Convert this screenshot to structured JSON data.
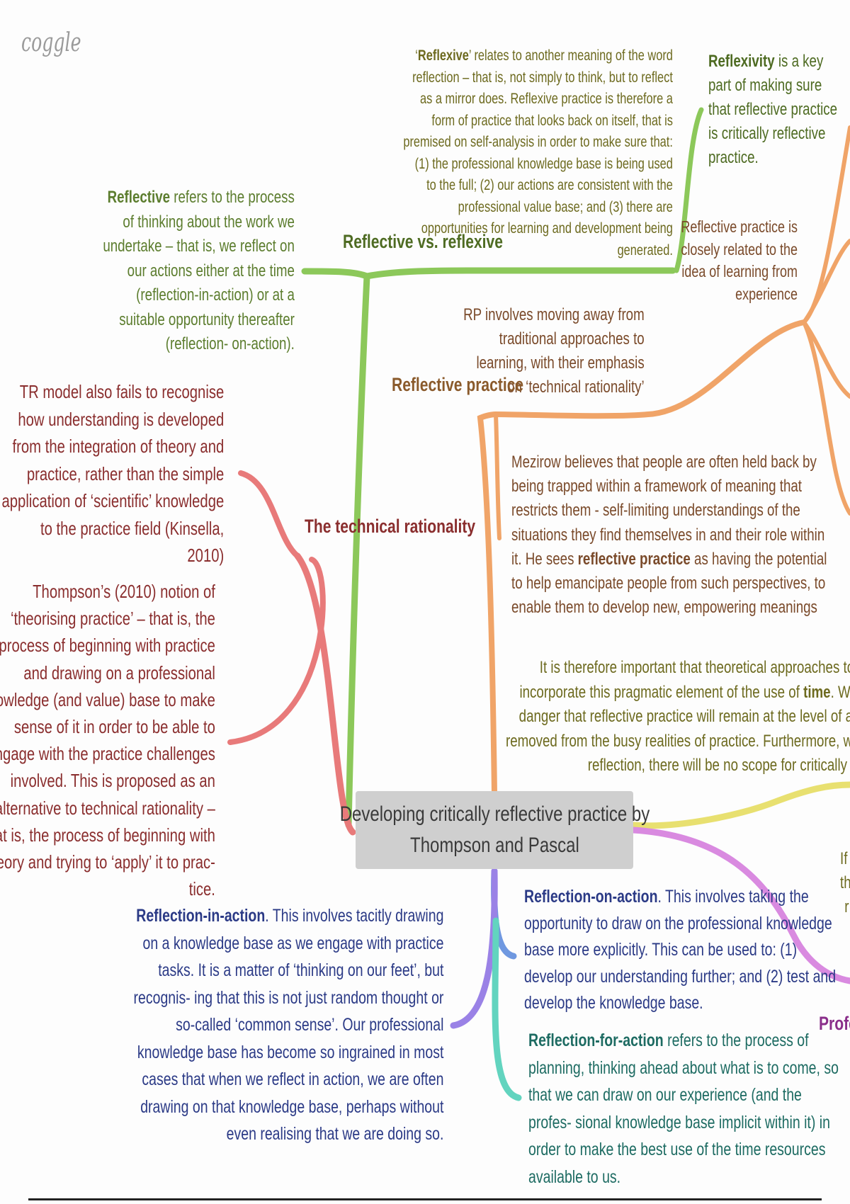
{
  "app": {
    "logo_text": "coggle"
  },
  "center": {
    "line1": "Developing critically reflective practice by",
    "line2": "Thompson and Pascal"
  },
  "branches": {
    "reflective_vs_reflexive": {
      "label": "Reflective vs. reflexive",
      "reflective_note": {
        "bold": "Reflective",
        "lines": [
          " refers to the process",
          "of thinking about the work we",
          "undertake – that is, we reflect on",
          "our actions either at the time",
          "(reflection-in-action) or at a",
          "suitable opportunity thereafter",
          "(reflection- on-action)."
        ]
      },
      "reflexive_note": {
        "first_bold": "Reflexive",
        "first_pre": "‘",
        "first_post": "’ relates to another meaning of the word",
        "lines": [
          "reflection – that is, not simply to think, but to reflect",
          "as a mirror does. Reflexive practice is therefore a",
          "form of practice that looks back on itself, that is",
          "premised on self-analysis in order to make sure that:",
          "(1) the professional knowledge base is being used",
          "to the full; (2) our actions are consistent with the",
          "professional value base; and (3) there are",
          "opportunities for learning and development being",
          "generated."
        ]
      },
      "reflexivity_note": {
        "bold": "Reflexivity",
        "lines": [
          " is a key",
          "part of making sure",
          "that reflective practice",
          "is critically reflective",
          "practice."
        ]
      }
    },
    "reflective_practice": {
      "label": "Reflective practice",
      "rp_note": [
        "RP involves moving away from",
        "traditional approaches to",
        "learning, with their emphasis",
        "on ‘technical rationality’"
      ],
      "experience_note": [
        "Reflective practice is",
        "closely related to the",
        "idea of learning from",
        "experience"
      ],
      "mezirow_note": {
        "lines": [
          "Mezirow believes that people are often held back by",
          "being trapped within a framework of meaning that",
          "restricts them - self-limiting understandings of the",
          "situations they find themselves in and their role within"
        ],
        "line5_pre": "it. He sees ",
        "line5_bold": "reflective practice",
        "line5_post": " as having the potential",
        "lines_after": [
          "to help emancipate people from such perspectives, to",
          "enable them to develop new, empowering meanings"
        ]
      },
      "time_note": {
        "line1": "It is therefore important that theoretical approaches to reflective pra",
        "line2_pre": "incorporate this pragmatic element of the use of ",
        "line2_bold": "time",
        "line2_post": ". Without this, ther",
        "line3": "danger that reflective practice will remain at the level of a theoretical ide",
        "line4": "removed from the busy realities of practice. Furthermore, without this spac",
        "line5": "reflection, there will be no scope for critically reflective pra"
      }
    },
    "technical_rationality": {
      "label": "The technical rationality",
      "tr_note": [
        "TR model also fails to recognise",
        "how understanding is developed",
        "from the integration of theory and",
        "practice, rather than the simple",
        "application of ‘scientific’ knowledge",
        "to the practice field (Kinsella,",
        "2010)"
      ],
      "thompson_note": [
        "Thompson’s (2010) notion of",
        "‘theorising practice’ – that is, the",
        "process of beginning with practice",
        "and drawing on a professional",
        "knowledge (and value) base to make",
        "sense of it in order to be able to",
        "engage with the practice challenges",
        "involved. This is proposed as an",
        "alternative to technical rationality –",
        "that is, the process of beginning with",
        "theory and trying to ‘apply’ it to prac-",
        "tice."
      ]
    },
    "reflection_in_action": {
      "bold": "Reflection-in-action",
      "lines": [
        ". This involves tacitly drawing",
        "on a knowledge base as we engage with practice",
        "tasks. It is a matter of ‘thinking on our feet’, but",
        "recognis- ing that this is not just random thought or",
        "so-called ‘common sense’. Our professional",
        "knowledge base has become so ingrained in most",
        "cases that when we reflect in action, we are often",
        "drawing on that knowledge base, perhaps without",
        "even realising that we are doing so."
      ]
    },
    "reflection_on_action": {
      "bold": "Reflection-on-action",
      "lines": [
        ". This involves taking the",
        "opportunity to draw on the professional knowledge",
        "base more explicitly. This can be used to: (1)",
        "develop our understanding further; and (2) test and",
        "develop the knowledge base."
      ]
    },
    "reflection_for_action": {
      "bold": "Reflection-for-action",
      "lines": [
        " refers to the process of",
        "planning, thinking ahead about what is to come, so",
        "that we can draw on our experience (and the",
        "profes- sional knowledge base implicit within it) in",
        "order to make the best use of the time resources",
        "available to us."
      ]
    },
    "professional": {
      "label": "Profe"
    },
    "fragments": {
      "f1": "If",
      "f2": "thi",
      "f3": "r"
    }
  },
  "colors": {
    "green_branch": "#8cc85a",
    "orange_branch": "#f0a468",
    "red_branch": "#e87a7a",
    "yellow_branch": "#e8e070",
    "purple_branch": "#d98ae0",
    "blue_branch": "#6f98e0",
    "violet_branch": "#9a82e6",
    "teal_branch": "#62d4bf"
  }
}
